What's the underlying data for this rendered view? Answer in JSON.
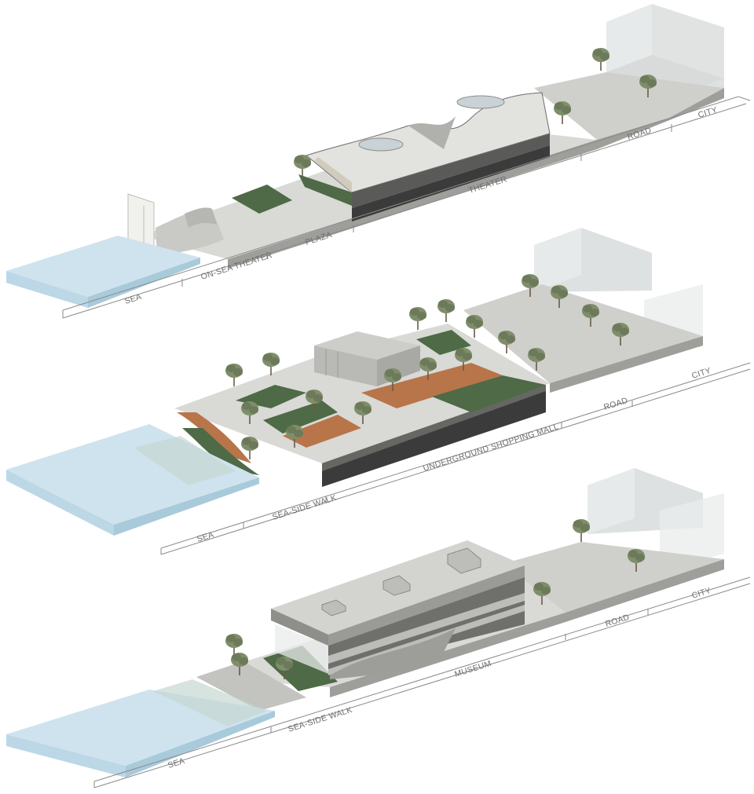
{
  "diagram": {
    "panels": [
      {
        "id": "panel-1",
        "labels": {
          "sea": "SEA",
          "on_sea_theater": "ON-SEA THEATER",
          "plaza": "PLAZA",
          "theater": "THEATER",
          "road": "ROAD",
          "city": "CITY"
        }
      },
      {
        "id": "panel-2",
        "labels": {
          "sea": "SEA",
          "sea_side_walk": "SEA-SIDE WALK",
          "mall": "UNDERGROUND SHOPPING MALL",
          "road": "ROAD",
          "city": "CITY"
        }
      },
      {
        "id": "panel-3",
        "labels": {
          "sea": "SEA",
          "sea_side_walk": "SEA-SIDE WALK",
          "museum": "MUSEUM",
          "road": "ROAD",
          "city": "CITY"
        }
      }
    ],
    "colors": {
      "sea": "#cfe3ee",
      "deck": "#d9d9d6",
      "green": "#4e6a46",
      "wood": "#b8754a",
      "concrete": "#c9c9c6"
    }
  }
}
